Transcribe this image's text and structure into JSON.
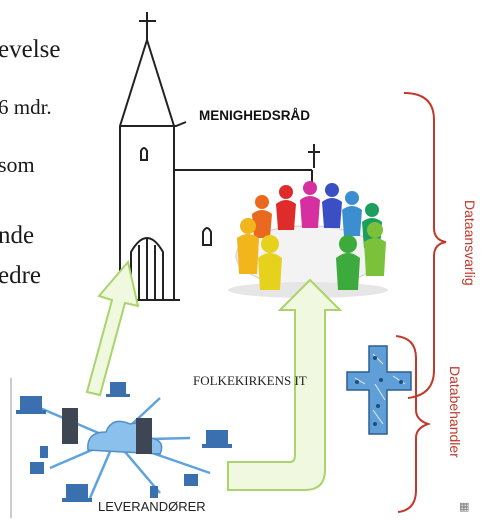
{
  "slide_text_fragments": [
    "evelse",
    "6 mdr.",
    "som",
    "nde",
    "edre"
  ],
  "labels": {
    "menighedsraad": "MENIGHEDSRÅD",
    "folkekirkens_it": "FOLKEKIRKENS IT",
    "leverandoerer": "LEVERANDØRER",
    "dataansvarlig": "Dataansvarlig",
    "databehandler": "Databehandler"
  },
  "colors": {
    "bracket": "#c0392b",
    "arrow_fill": "#f0f8e0",
    "arrow_stroke": "#a9d36b",
    "cross": "#3f7fb3"
  }
}
